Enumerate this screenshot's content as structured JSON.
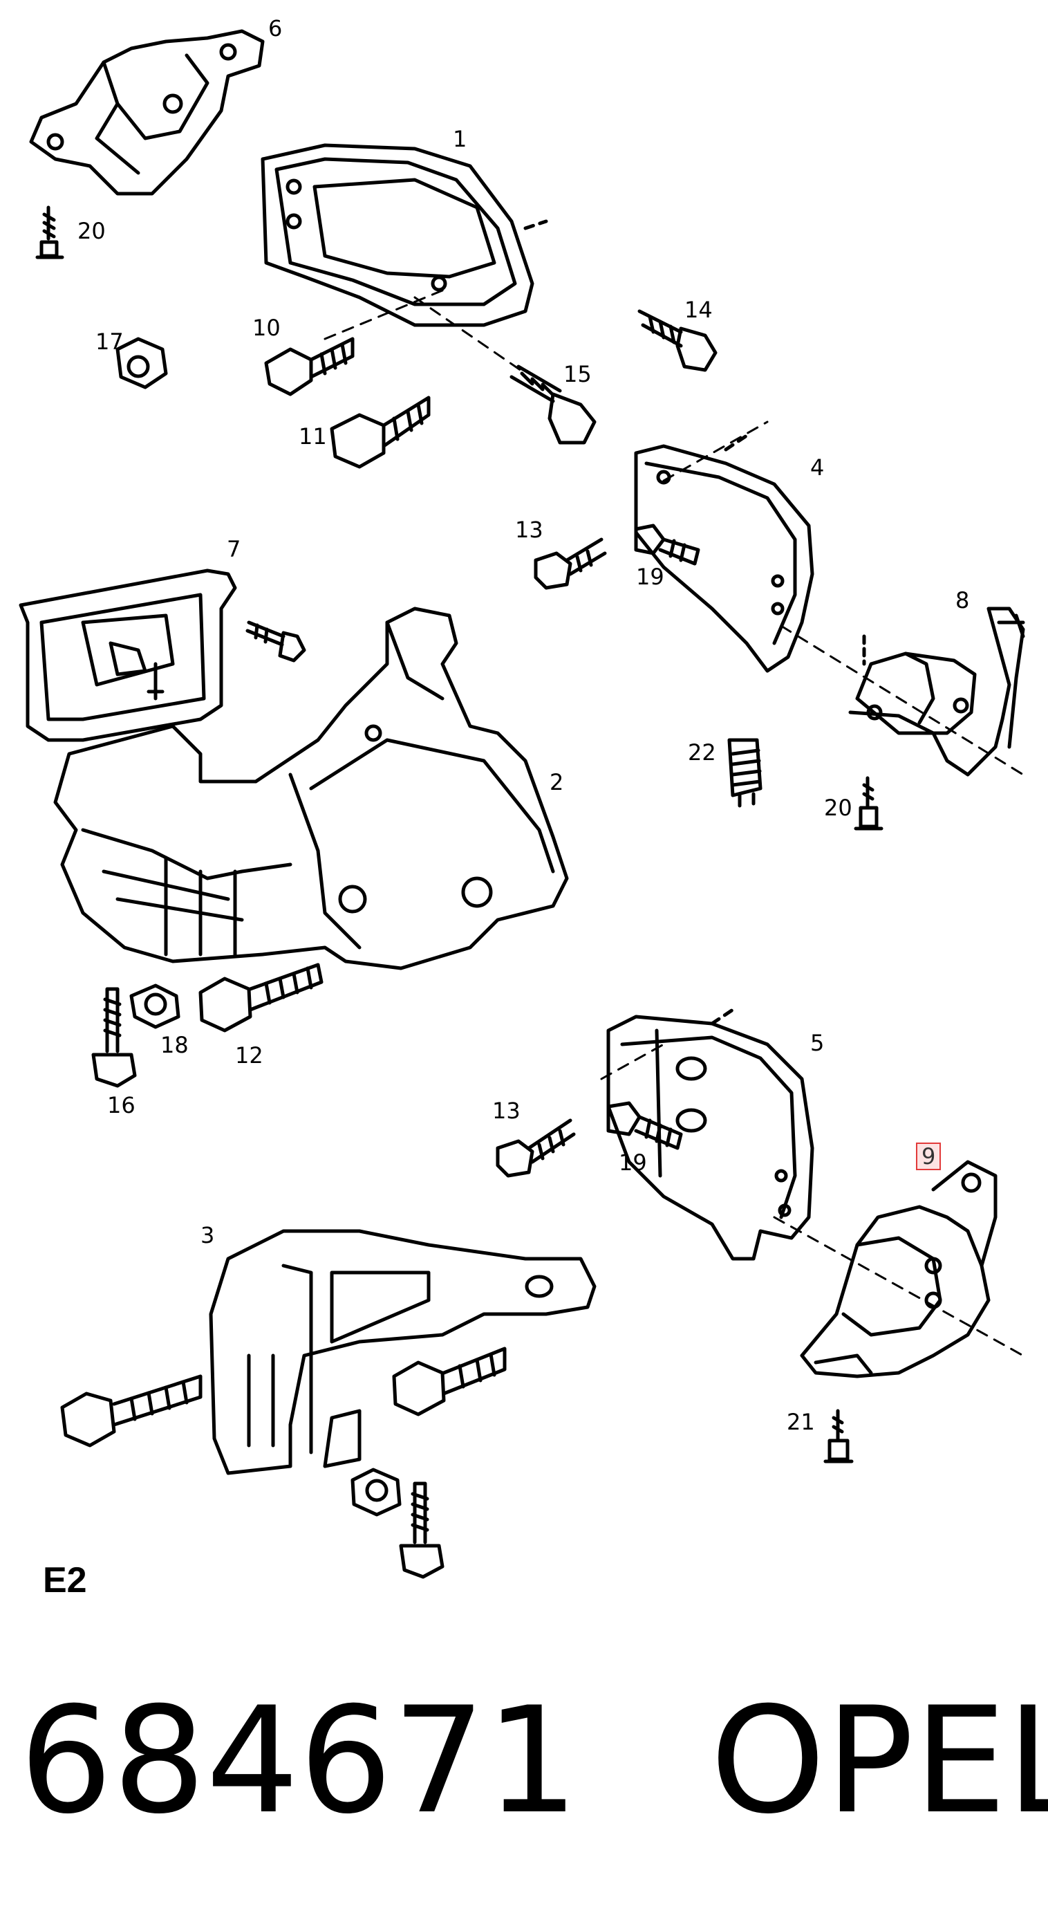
{
  "callouts": {
    "c1": "1",
    "c2": "2",
    "c3": "3",
    "c4": "4",
    "c5": "5",
    "c6": "6",
    "c7": "7",
    "c8": "8",
    "c9": "9",
    "c10": "10",
    "c11": "11",
    "c12": "12",
    "c13a": "13",
    "c13b": "13",
    "c14": "14",
    "c15": "15",
    "c16": "16",
    "c17": "17",
    "c18": "18",
    "c19a": "19",
    "c19b": "19",
    "c20a": "20",
    "c20b": "20",
    "c21": "21",
    "c22": "22"
  },
  "highlighted_callout": "9",
  "section_code": "E2",
  "footer": {
    "part_number": "684671",
    "brand": "OPEL"
  },
  "colors": {
    "line": "#000000",
    "highlight_border": "#e23a3a",
    "highlight_fill": "#fde3e3"
  }
}
